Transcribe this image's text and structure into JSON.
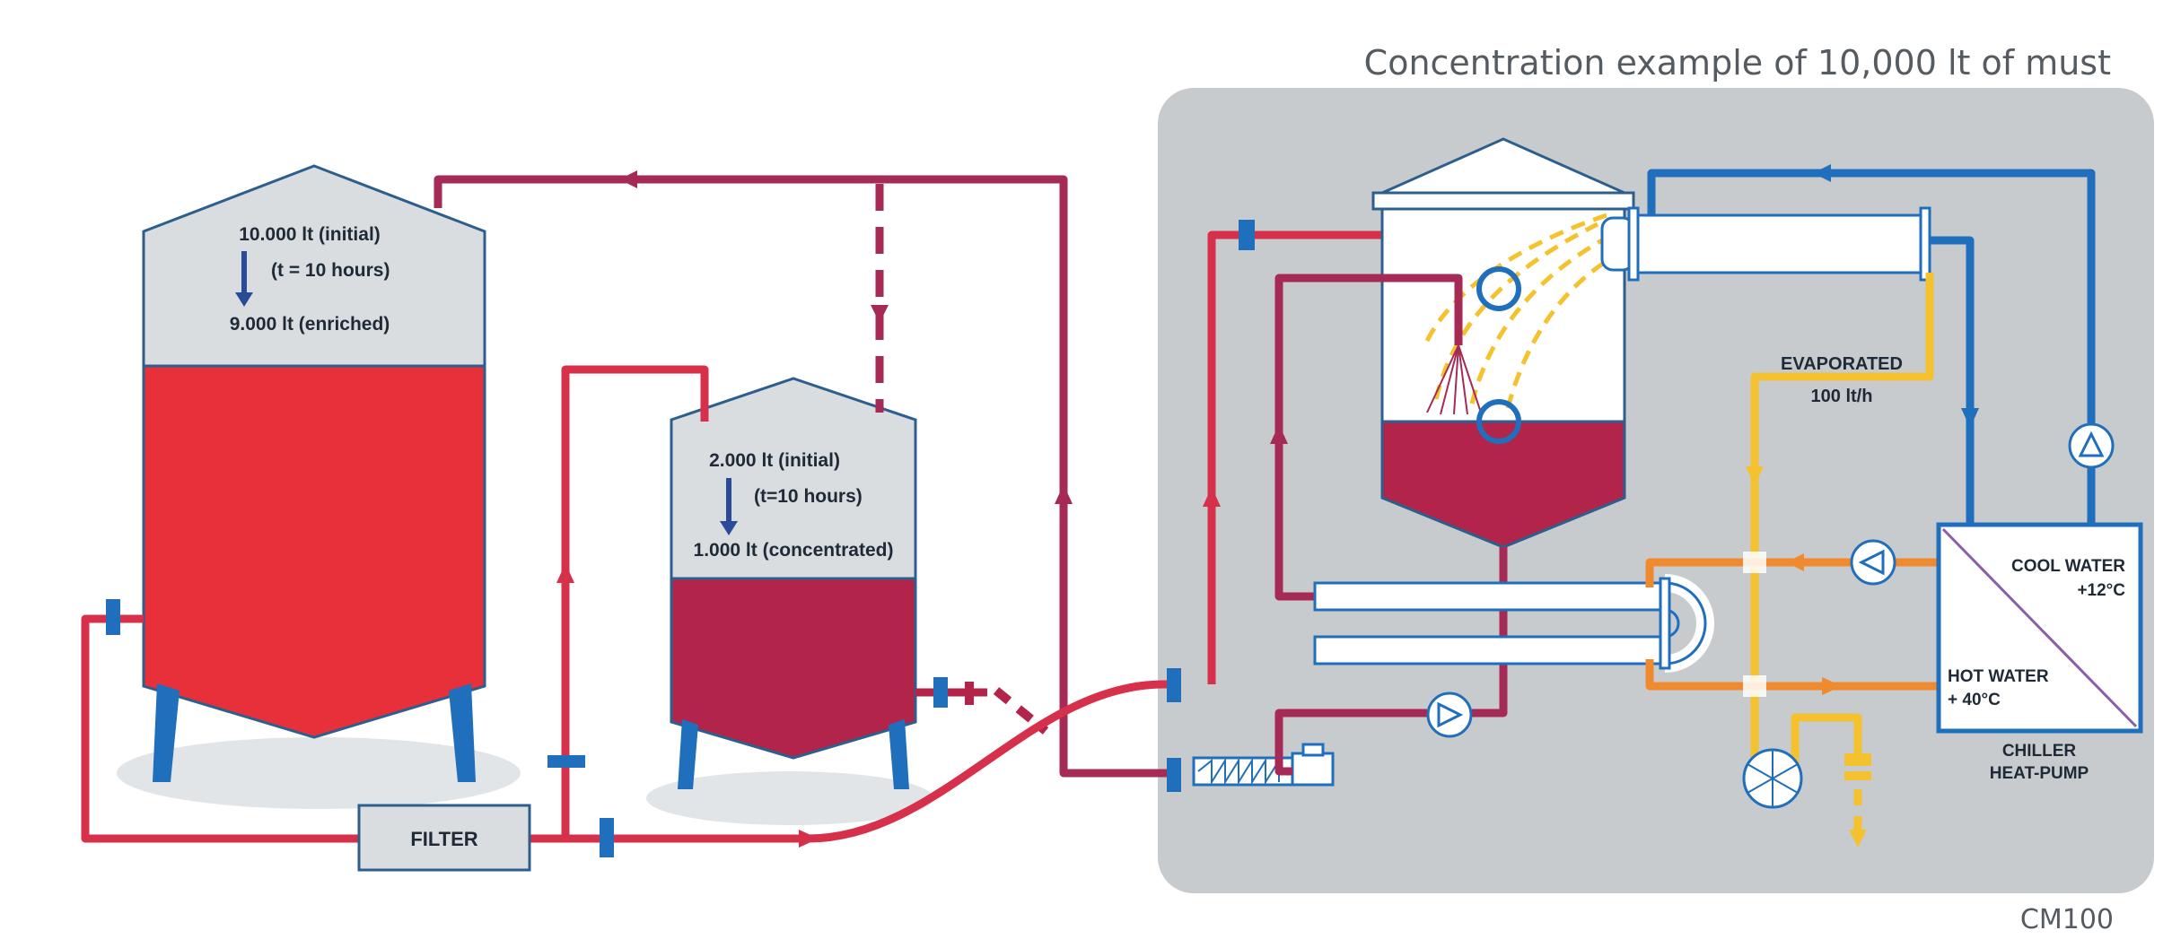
{
  "header": {
    "caption": "Concentration example of 10,000 lt of must"
  },
  "footer": {
    "code": "CM100"
  },
  "tanks": {
    "large": {
      "initial": "10.000 lt (initial)",
      "time": "(t = 10 hours)",
      "final": "9.000 lt (enriched)"
    },
    "small": {
      "initial": "2.000 lt (initial)",
      "time": "(t=10 hours)",
      "final": "1.000 lt (concentrated)"
    }
  },
  "filter": {
    "label": "FILTER"
  },
  "evaporator": {
    "label_line1": "EVAPORATED",
    "label_line2": "100 lt/h"
  },
  "chiller": {
    "cool_line1": "COOL WATER",
    "cool_line2": "+12°C",
    "hot_line1": "HOT WATER",
    "hot_line2": "+ 40°C",
    "name_line1": "CHILLER",
    "name_line2": "HEAT-PUMP"
  },
  "colors": {
    "must_red": "#e8303a",
    "wine_red": "#b2244a",
    "pipe_red": "#d6304a",
    "pipe_wine": "#a52a55",
    "cool_blue": "#1f6fbd",
    "hot_orange": "#ef8a2e",
    "vapor_yellow": "#f5c22f",
    "unit_gray": "#c8cbce",
    "tank_gray": "#d9dde0",
    "outline": "#2d5f8e"
  }
}
